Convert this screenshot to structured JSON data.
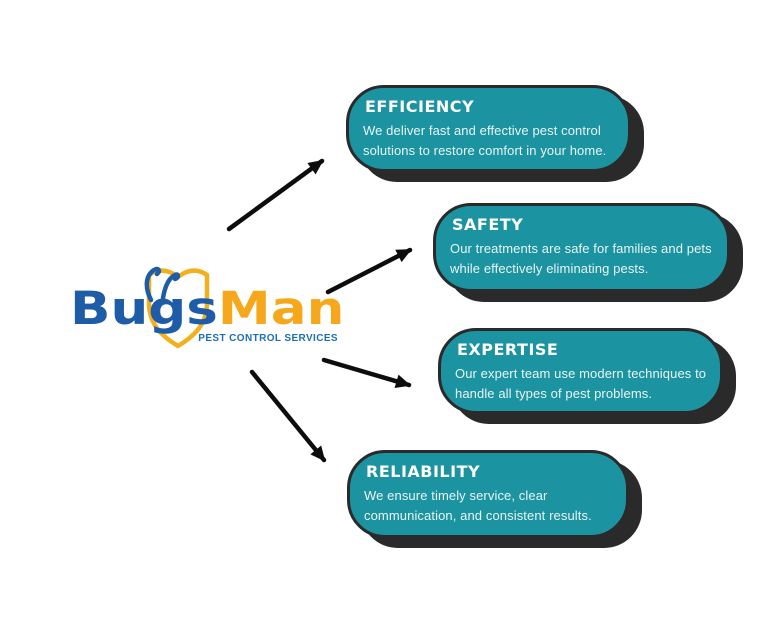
{
  "logo": {
    "brand_primary": "Bugs",
    "brand_secondary": "Man",
    "tagline": "PEST CONTROL SERVICES"
  },
  "cards": [
    {
      "id": "efficiency",
      "title": "EFFICIENCY",
      "description": "We deliver fast and effective pest control solutions to restore comfort in your home."
    },
    {
      "id": "safety",
      "title": "SAFETY",
      "description": "Our treatments are safe for families and pets while effectively eliminating pests."
    },
    {
      "id": "expertise",
      "title": "EXPERTISE",
      "description": "Our expert team use modern techniques to handle all types of pest problems."
    },
    {
      "id": "reliability",
      "title": "RELIABILITY",
      "description": "We ensure timely service, clear communication, and consistent results."
    }
  ],
  "colors": {
    "card_teal": "#1B93A0",
    "card_outline": "#2A2A2A",
    "arrow_black": "#0D0D0D",
    "brand_blue": "#1E5CA8",
    "brand_yellow": "#F6A81C",
    "tagline_blue": "#1D6FB8",
    "shield_gold": "#F2B01E",
    "background": "#FFFFFF"
  }
}
